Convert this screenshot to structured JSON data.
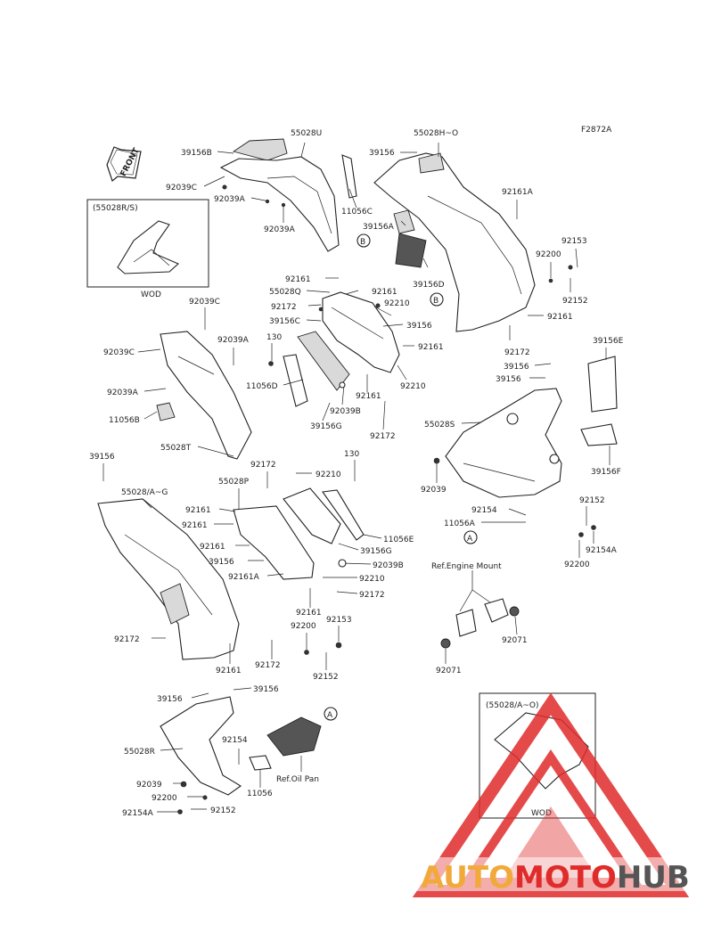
{
  "figure_code": "F2872A",
  "front_label": "FRONT",
  "inset_top": {
    "title": "(55028R/S)",
    "model": "WOD"
  },
  "inset_bottom": {
    "title": "(55028/A~O)",
    "model": "WOD"
  },
  "ref_engine_mount": "Ref.Engine Mount",
  "ref_oil_pan": "Ref.Oil Pan",
  "callout_a": "A",
  "callout_b": "B",
  "watermark": {
    "part1": "AUTO",
    "part2": "MOTO",
    "part3": "HUB"
  },
  "labels": [
    "39156B",
    "55028U",
    "39156",
    "55028H~O",
    "92039C",
    "92039A",
    "92039A",
    "11056C",
    "39156A",
    "92161A",
    "92153",
    "92200",
    "92161",
    "55028Q",
    "92161",
    "92172",
    "92210",
    "39156C",
    "39156",
    "39156D",
    "92152",
    "92161",
    "92039C",
    "92039A",
    "130",
    "92161",
    "92172",
    "39156",
    "39156",
    "39156E",
    "92039C",
    "11056D",
    "92210",
    "92039B",
    "39156G",
    "92161",
    "92172",
    "92039A",
    "11056B",
    "55028T",
    "55028S",
    "92039",
    "39156F",
    "39156",
    "92172",
    "92210",
    "130",
    "55028P",
    "55028/A~G",
    "92161",
    "92161",
    "11056E",
    "39156G",
    "92161",
    "92039B",
    "39156",
    "92161A",
    "92210",
    "92172",
    "92154",
    "11056A",
    "92152",
    "92154A",
    "92200",
    "92161",
    "92200",
    "92153",
    "92172",
    "92161",
    "92172",
    "92152",
    "92071",
    "92071",
    "39156",
    "39156",
    "55028R",
    "92154",
    "92039",
    "92200",
    "11056",
    "92154A",
    "92152"
  ],
  "colors": {
    "line": "#222222",
    "watermark_red": "#e02b2b",
    "watermark_orange": "#f2a93b",
    "watermark_gray": "#555555"
  }
}
